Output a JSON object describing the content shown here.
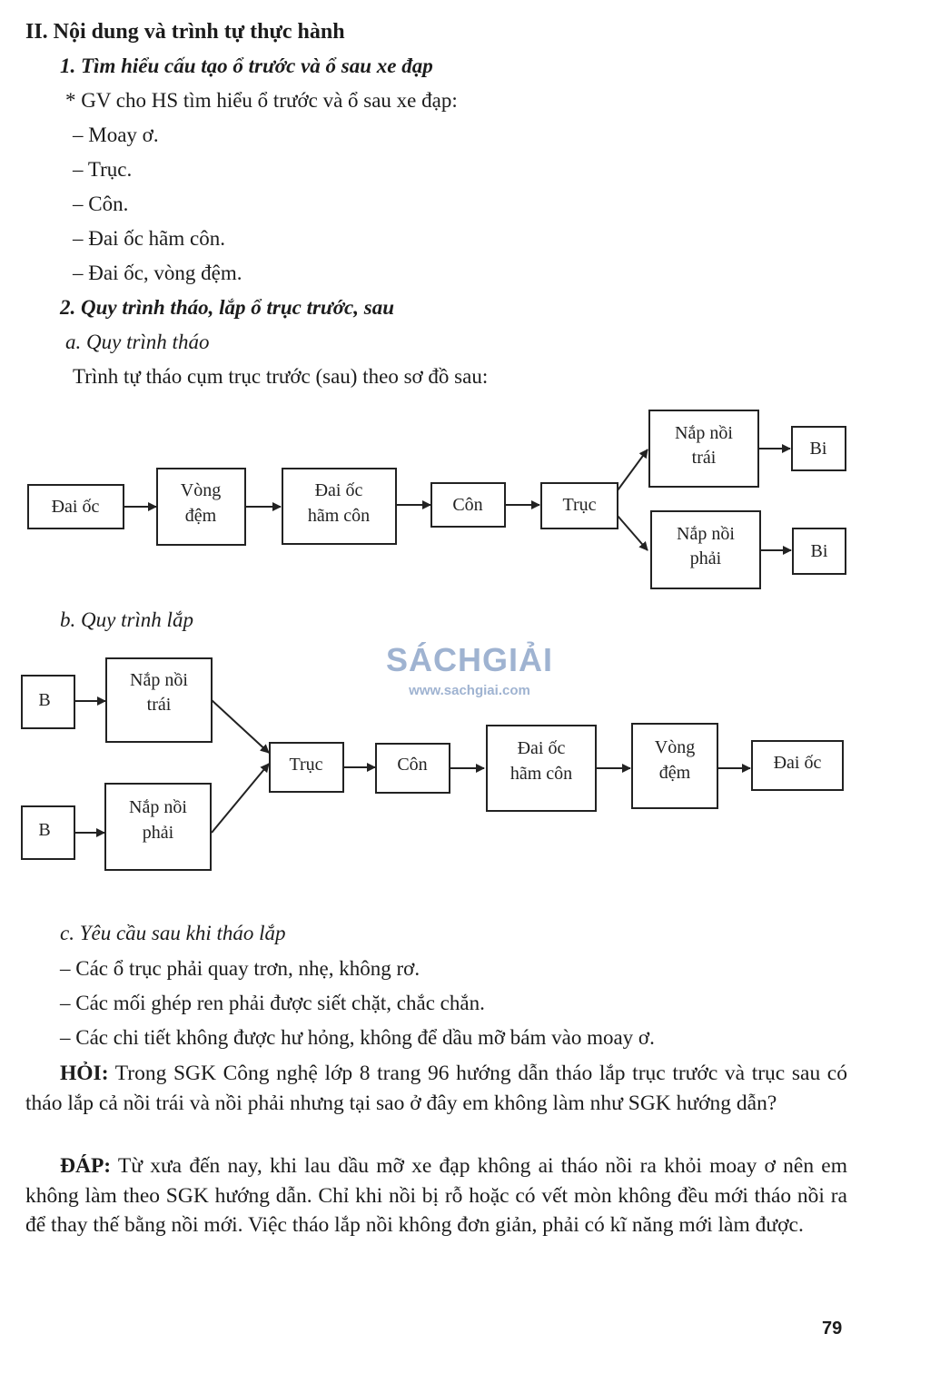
{
  "section_title": "II. Nội dung và trình tự thực hành",
  "part1": {
    "title": "1. Tìm hiểu cấu tạo ổ trước và ổ sau xe đạp",
    "intro": "* GV cho HS tìm hiểu ổ trước và ổ sau xe đạp:",
    "items": [
      "– Moay ơ.",
      "– Trục.",
      "– Côn.",
      "– Đai ốc hãm côn.",
      "– Đai ốc, vòng đệm."
    ]
  },
  "part2": {
    "title": "2. Quy trình tháo, lắp ổ trục trước, sau",
    "a_title": "a. Quy trình tháo",
    "a_intro": "Trình tự tháo cụm trục trước (sau) theo sơ đồ sau:",
    "b_title": "b. Quy trình lắp",
    "c_title": "c. Yêu cầu sau khi tháo lắp",
    "c_items": [
      "– Các ổ trục phải quay trơn, nhẹ, không rơ.",
      "– Các mối ghép ren phải được siết chặt, chắc chắn.",
      "– Các chi tiết không được hư hỏng, không để dầu mỡ bám vào moay ơ."
    ]
  },
  "diagram_disassembly": {
    "boxes": {
      "dai_oc": [
        "Đai ốc"
      ],
      "vong_dem": [
        "Vòng",
        "đệm"
      ],
      "dai_oc_ham_con": [
        "Đai ốc",
        "hãm côn"
      ],
      "con": [
        "Côn"
      ],
      "truc": [
        "Trục"
      ],
      "nap_noi_trai": [
        "Nắp nồi",
        "trái"
      ],
      "bi_1": [
        "Bi"
      ],
      "nap_noi_phai": [
        "Nắp nồi",
        "phải"
      ],
      "bi_2": [
        "Bi"
      ]
    }
  },
  "diagram_assembly": {
    "boxes": {
      "b_1": [
        "B"
      ],
      "nap_noi_trai": [
        "Nắp nồi",
        "trái"
      ],
      "b_2": [
        "B"
      ],
      "nap_noi_phai": [
        "Nắp nồi",
        "phải"
      ],
      "truc": [
        "Trục"
      ],
      "con": [
        "Côn"
      ],
      "dai_oc_ham_con": [
        "Đai ốc",
        "hãm côn"
      ],
      "vong_dem": [
        "Vòng",
        "đệm"
      ],
      "dai_oc": [
        "Đai ốc"
      ]
    }
  },
  "qa": {
    "question_label": "HỎI:",
    "question": " Trong SGK Công nghệ lớp 8 trang 96 hướng dẫn tháo lắp trục trước và trục sau có tháo lắp cả nồi trái và nồi phải nhưng tại sao ở đây em không làm như SGK hướng dẫn?",
    "answer_label": "ĐÁP:",
    "answer": " Từ xưa đến nay, khi lau dầu mỡ xe đạp không ai tháo nồi ra khỏi moay ơ nên em không làm theo SGK hướng dẫn. Chỉ khi nồi bị rỗ hoặc có vết mòn không đều mới tháo nồi ra để thay thế bằng nồi mới. Việc tháo lắp nồi không đơn giản, phải có kĩ năng mới làm được."
  },
  "watermark": {
    "title": "SÁCHGIẢI",
    "url": "www.sachgiai.com"
  },
  "page_number": "79"
}
